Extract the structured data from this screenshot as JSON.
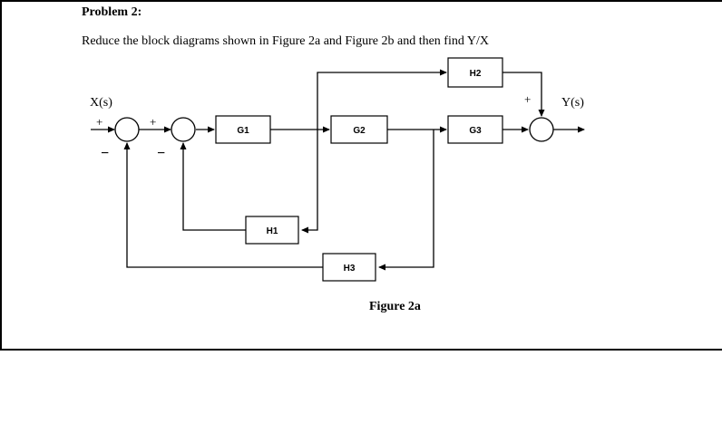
{
  "page": {
    "title": "Problem 2:",
    "instruction": "Reduce the block diagrams shown in Figure 2a and Figure 2b and then find Y/X",
    "figure_caption": "Figure 2a"
  },
  "diagram": {
    "input_label": "X(s)",
    "output_label": "Y(s)",
    "plus": "+",
    "minus": "−",
    "blocks": {
      "g1": "G1",
      "g2": "G2",
      "g3": "G3",
      "h1": "H1",
      "h2": "H2",
      "h3": "H3"
    }
  },
  "colors": {
    "ink": "#000000",
    "paper": "#ffffff"
  }
}
